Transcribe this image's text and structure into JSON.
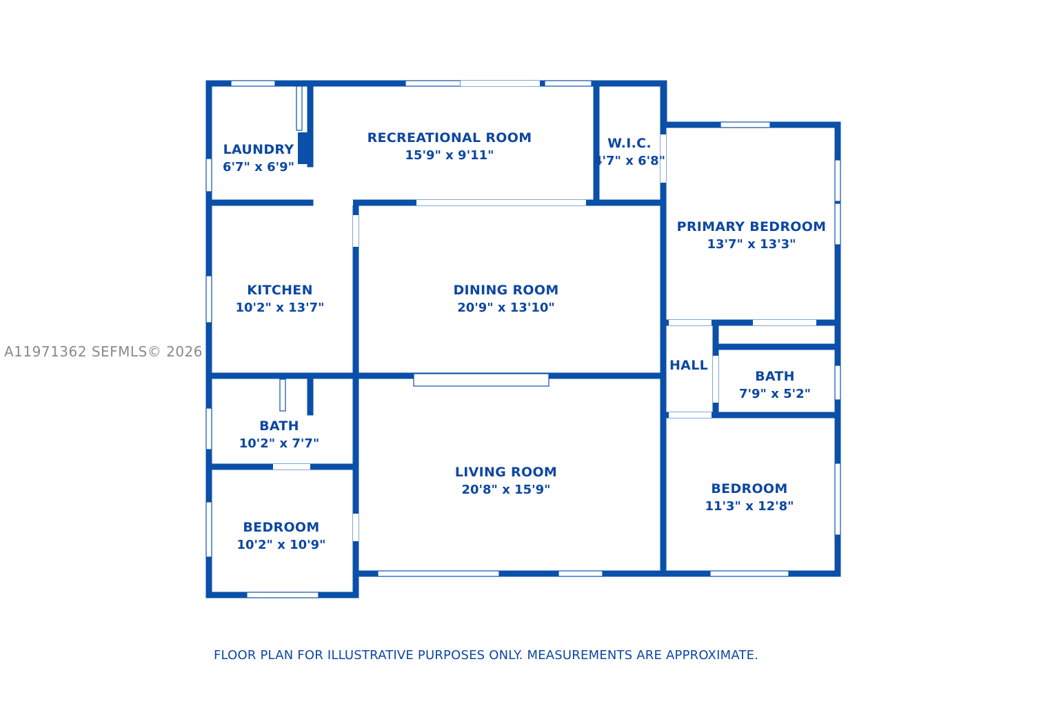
{
  "colors": {
    "wall": "#0a4fa8",
    "text": "#0d47a1",
    "window": "#dfe8f3",
    "watermark": "#8a8a8a"
  },
  "rooms": [
    {
      "id": "laundry",
      "name": "LAUNDRY",
      "dims": "6'7\" x 6'9\""
    },
    {
      "id": "recreational-room",
      "name": "RECREATIONAL ROOM",
      "dims": "15'9\" x 9'11\""
    },
    {
      "id": "wic",
      "name": "W.I.C.",
      "dims": "4'7\" x 6'8\""
    },
    {
      "id": "primary-bedroom",
      "name": "PRIMARY BEDROOM",
      "dims": "13'7\" x 13'3\""
    },
    {
      "id": "kitchen",
      "name": "KITCHEN",
      "dims": "10'2\" x 13'7\""
    },
    {
      "id": "dining-room",
      "name": "DINING ROOM",
      "dims": "20'9\" x 13'10\""
    },
    {
      "id": "hall",
      "name": "HALL",
      "dims": ""
    },
    {
      "id": "bath-right",
      "name": "BATH",
      "dims": "7'9\" x 5'2\""
    },
    {
      "id": "bath-left",
      "name": "BATH",
      "dims": "10'2\" x 7'7\""
    },
    {
      "id": "living-room",
      "name": "LIVING ROOM",
      "dims": "20'8\" x 15'9\""
    },
    {
      "id": "bedroom-right",
      "name": "BEDROOM",
      "dims": "11'3\" x 12'8\""
    },
    {
      "id": "bedroom-left",
      "name": "BEDROOM",
      "dims": "10'2\" x 10'9\""
    }
  ],
  "watermark": "A11971362  SEFMLS© 2026",
  "disclaimer": "FLOOR PLAN FOR ILLUSTRATIVE PURPOSES ONLY. MEASUREMENTS ARE APPROXIMATE."
}
